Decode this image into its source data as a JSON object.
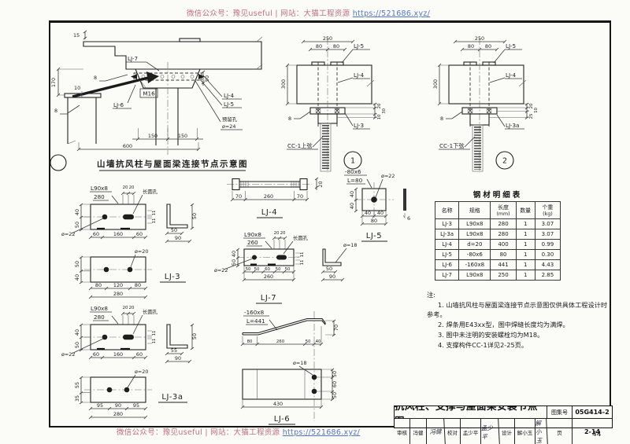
{
  "watermark": {
    "prefix": "微信公众号：豫见useful | 网站：大猫工程资源",
    "url": "https://521686.xyz/"
  },
  "page_corner": "44",
  "detail_a": {
    "title": "山墙抗风柱与屋面梁连接节点示意图",
    "lj7": "LJ-7",
    "lj6": "LJ-6",
    "lj4": "LJ-4",
    "lj5": "LJ-5",
    "m16": "M16",
    "hole_note": "预留孔",
    "hole_dia": "ø=24",
    "weld": "8",
    "d15": "15",
    "d170": "170",
    "d10": "10",
    "d50": "50",
    "d150a": "150",
    "d150b": "150",
    "d600": "600"
  },
  "detail_1": {
    "bubble": "1",
    "lj5": "LJ-5",
    "lj4": "LJ-4",
    "lj3": "LJ-3",
    "cc1": "CC-1上弦",
    "weld": "8",
    "d250": "250",
    "d80a": "80",
    "d80b": "80",
    "d300": "300",
    "side_dims": [
      "20",
      "30",
      "10"
    ]
  },
  "detail_2": {
    "bubble": "2",
    "lj5": "LJ-5",
    "lj4": "LJ-4",
    "lj3": "LJ-3a",
    "cc1": "CC-1下弦",
    "weld": "8",
    "d250": "250",
    "d80a": "80",
    "d80b": "80",
    "d300": "300",
    "side_dims": [
      "20",
      "10",
      "25"
    ]
  },
  "lj3": {
    "title": "LJ-3",
    "spec": "L90x8",
    "width": "280",
    "slot_d": [
      "20",
      "20"
    ],
    "slot_label": "长圆孔",
    "hole1": "ø=22",
    "tl_dims": [
      "40",
      "50"
    ],
    "tb_dims": [
      "60",
      "160",
      "60"
    ],
    "s11": [
      "11",
      "11"
    ],
    "side_d1": "50",
    "side_d2": "90",
    "side_d3": "50",
    "hole2": "ø=20",
    "bl_dims": [
      "50",
      "40"
    ],
    "bb_dims": [
      "80",
      "120",
      "80"
    ],
    "total": "280"
  },
  "lj3a": {
    "title": "LJ-3a",
    "spec": "L90x8",
    "width": "280",
    "slot_d": [
      "20",
      "20"
    ],
    "slot_label": "长圆孔",
    "hole1": "ø=22",
    "tl_dims": [
      "40",
      "50"
    ],
    "tb_dims": [
      "60",
      "160",
      "60"
    ],
    "s11": [
      "11",
      "11"
    ],
    "side_d1": "55",
    "side_d2": "90",
    "side_d3": "50",
    "hole2": "ø=20",
    "bl_dims": [
      "55",
      "35"
    ],
    "bb_dims": [
      "95",
      "90",
      "95"
    ],
    "total": "280"
  },
  "lj4": {
    "title": "LJ-4",
    "dims": [
      "70",
      "260",
      "70"
    ],
    "dia": "20"
  },
  "lj5": {
    "title": "LJ-5",
    "spec": "-80x6",
    "len": "L=80",
    "hole": "ø=22",
    "l_dims": [
      "40",
      "40"
    ],
    "b_dims": [
      "40",
      "40"
    ],
    "total": "80",
    "thick": "6"
  },
  "lj7": {
    "title": "LJ-7",
    "spec": "L90x8",
    "width": "260",
    "slot_d": [
      "20",
      "20"
    ],
    "slot_label": "长圆孔",
    "hole1": "ø=22",
    "tl_dims": [
      "40",
      "50"
    ],
    "b_dims": [
      "50",
      "50",
      "60",
      "50",
      "50"
    ],
    "total": "260",
    "s11": [
      "11",
      "11"
    ],
    "side_d1": "50",
    "side_d2": "90",
    "side_hole": "ø=18"
  },
  "lj6": {
    "title": "LJ-6",
    "spec": "-160x8",
    "len": "L=441",
    "p_dims": [
      "80",
      "260",
      "50",
      "40"
    ],
    "d70": "70",
    "hole": "ø=18",
    "r_dims": [
      "50",
      "60",
      "50"
    ],
    "total": "430"
  },
  "steel_table": {
    "title": "钢材明细表",
    "headers": [
      {
        "l": "名称",
        "u": ""
      },
      {
        "l": "规格",
        "u": ""
      },
      {
        "l": "长度",
        "u": "(mm)"
      },
      {
        "l": "数量",
        "u": ""
      },
      {
        "l": "个重",
        "u": "(kg)"
      }
    ],
    "rows": [
      [
        "LJ-3",
        "L90x8",
        "280",
        "1",
        "3.07"
      ],
      [
        "LJ-3a",
        "L90x8",
        "280",
        "1",
        "3.07"
      ],
      [
        "LJ-4",
        "d=20",
        "400",
        "1",
        "0.99"
      ],
      [
        "LJ-5",
        "-80x6",
        "80",
        "1",
        "0.30"
      ],
      [
        "LJ-6",
        "-160x8",
        "441",
        "1",
        "4.43"
      ],
      [
        "LJ-7",
        "L90x8",
        "250",
        "1",
        "2.85"
      ]
    ]
  },
  "notes": {
    "label": "注:",
    "items": [
      "1. 山墙抗风柱与屋面梁连接节点示意图仅供具体工程设计时参考。",
      "2. 焊条用E43xx型，图中焊缝长度均为满焊。",
      "3. 图中未注明的安装螺栓均为M18。",
      "4. 支撑构件CC-1详见2-25页。"
    ]
  },
  "title_block": {
    "title": "抗风柱、支撑与屋面梁安装节点图",
    "atlas_label": "图集号",
    "atlas_no": "05G414-2",
    "page_label": "页",
    "page_no": "2-14",
    "review_label": "审核",
    "reviewer": "冯健",
    "reviewer_sig": "冯健",
    "proof_label": "校对",
    "proofer": "孟少平",
    "proofer_sig": "孟少平",
    "design_label": "设计",
    "designer": "解小玉",
    "designer_sig": "解小玉"
  }
}
